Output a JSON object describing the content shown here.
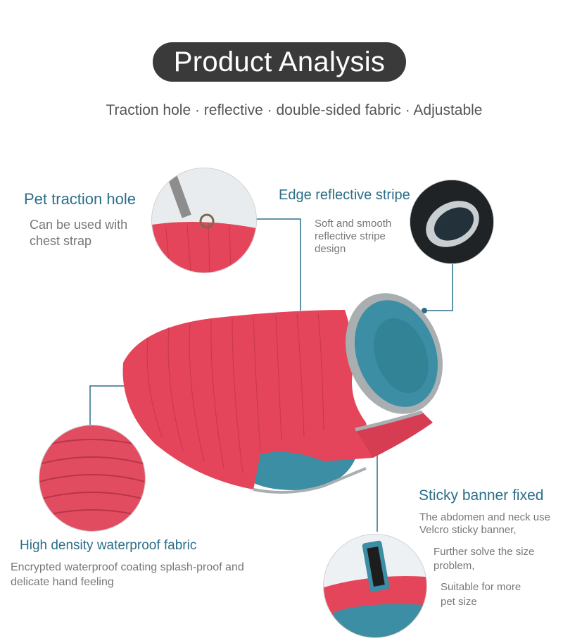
{
  "header": {
    "title": "Product Analysis",
    "subtitle": "Traction hole · reflective · double-sided fabric · Adjustable"
  },
  "features": {
    "traction": {
      "title": "Pet traction hole",
      "desc_line1": "Can be used with",
      "desc_line2": "chest strap"
    },
    "reflective": {
      "title": "Edge reflective stripe",
      "desc_line1": "Soft and smooth",
      "desc_line2": "reflective stripe",
      "desc_line3": "design"
    },
    "fabric": {
      "title": "High density waterproof fabric",
      "desc_line1": "Encrypted waterproof coating splash-proof and",
      "desc_line2": "delicate hand feeling"
    },
    "velcro": {
      "title": "Sticky banner fixed",
      "desc_line1": "The abdomen and neck use",
      "desc_line2": "Velcro sticky banner,",
      "desc_line3": "Further solve the size",
      "desc_line4": "problem,",
      "desc_line5": "Suitable for more",
      "desc_line6": "pet size"
    }
  },
  "colors": {
    "accent_teal": "#2b6e88",
    "coat_red": "#e5455a",
    "lining_teal": "#3b8ea3",
    "reflective_gray": "#a9aeb1",
    "title_pill": "#3a3a3a"
  }
}
